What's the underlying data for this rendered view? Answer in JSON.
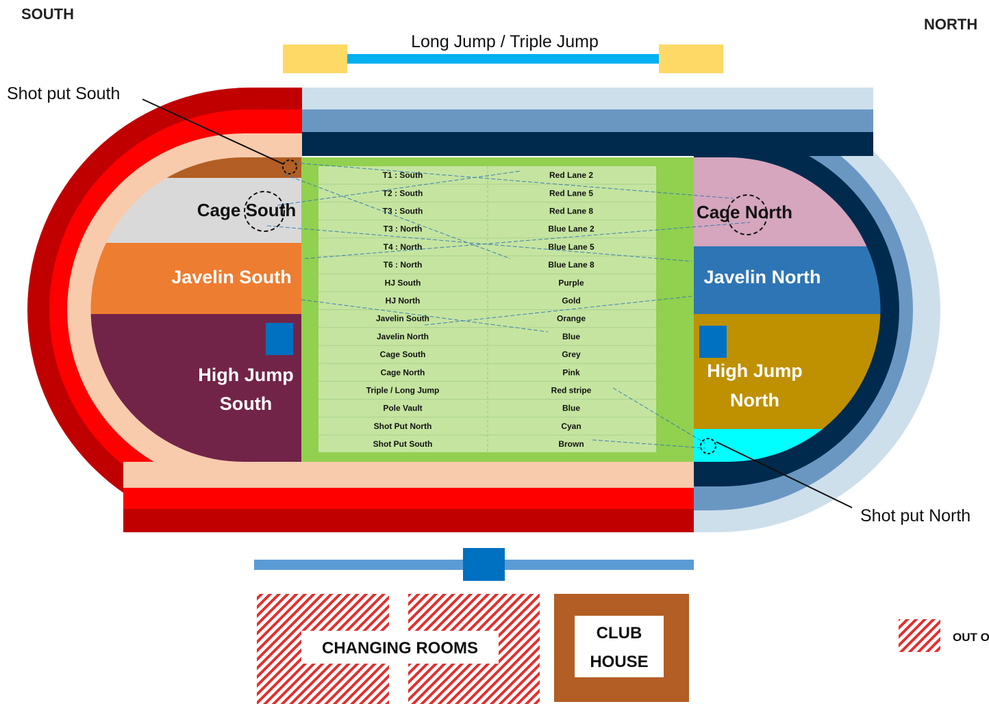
{
  "corners": {
    "south": "SOUTH",
    "north": "NORTH"
  },
  "callouts": {
    "shot_put_south": "Shot put South",
    "shot_put_north": "Shot put North"
  },
  "jump_runway": {
    "label": "Long Jump / Triple Jump"
  },
  "areas": {
    "cage_south": "Cage South",
    "javelin_south": "Javelin South",
    "high_jump_south_1": "High Jump",
    "high_jump_south_2": "South",
    "cage_north": "Cage North",
    "javelin_north": "Javelin North",
    "high_jump_north_1": "High Jump",
    "high_jump_north_2": "North"
  },
  "key_table": {
    "rows": [
      {
        "event": "T1 : South",
        "colour": "Red Lane 2"
      },
      {
        "event": "T2 : South",
        "colour": "Red Lane 5"
      },
      {
        "event": "T3 : South",
        "colour": "Red Lane 8"
      },
      {
        "event": "T3 : North",
        "colour": "Blue Lane 2"
      },
      {
        "event": "T4 : North",
        "colour": "Blue Lane 5"
      },
      {
        "event": "T6 : North",
        "colour": "Blue Lane 8"
      },
      {
        "event": "HJ South",
        "colour": "Purple"
      },
      {
        "event": "HJ North",
        "colour": "Gold"
      },
      {
        "event": "Javelin South",
        "colour": "Orange"
      },
      {
        "event": "Javelin North",
        "colour": "Blue"
      },
      {
        "event": "Cage South",
        "colour": "Grey"
      },
      {
        "event": "Cage North",
        "colour": "Pink"
      },
      {
        "event": "Triple / Long Jump",
        "colour": "Red stripe"
      },
      {
        "event": "Pole Vault",
        "colour": "Blue"
      },
      {
        "event": "Shot Put North",
        "colour": "Cyan"
      },
      {
        "event": "Shot Put South",
        "colour": "Brown"
      }
    ]
  },
  "buildings": {
    "changing_rooms": "CHANGING ROOMS",
    "club_house_1": "CLUB",
    "club_house_2": "HOUSE"
  },
  "legend": {
    "out_of_bounds": "OUT OF BOUNDS"
  },
  "colors": {
    "red_dark": "#c00000",
    "red": "#ff0000",
    "peach": "#f8cbad",
    "navy": "#002a4d",
    "steel_blue": "#6a97c2",
    "pale_blue": "#cddfeb",
    "infield_green": "#92d050",
    "table_green": "#c5e4a0",
    "orange": "#ed7d31",
    "plum": "#722448",
    "gold": "#bf9000",
    "pink": "#d5a6bd",
    "grey": "#d9d9d9",
    "cyan": "#00ffff",
    "brown": "#b25e24",
    "sand": "#ffd966",
    "runway_blue": "#00b0f0",
    "pole_vault_blue": "#0070c0",
    "javelin_north_blue": "#2e75b6"
  }
}
